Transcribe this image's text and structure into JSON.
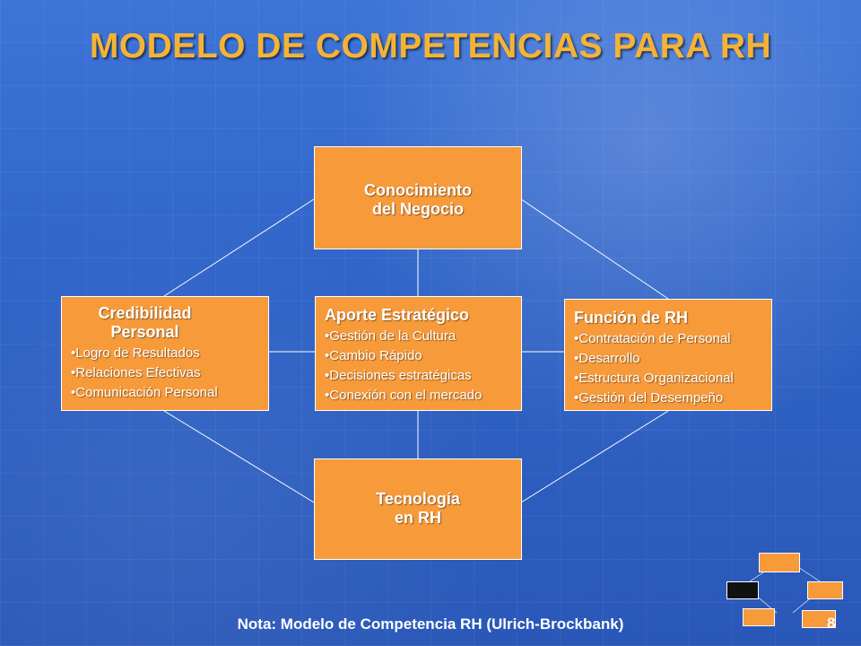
{
  "title": "MODELO DE COMPETENCIAS PARA RH",
  "boxes": {
    "top": {
      "lines": [
        "Conocimiento",
        "del Negocio"
      ]
    },
    "left": {
      "lines": [
        "Credibilidad",
        "Personal"
      ],
      "items": [
        "Logro de Resultados",
        "Relaciones Efectivas",
        "Comunicación Personal"
      ]
    },
    "center": {
      "head": "Aporte Estratégico",
      "items": [
        "Gestión de la Cultura",
        "Cambio Rápido",
        "Decisiones estratégicas",
        "Conexión con el mercado"
      ]
    },
    "right": {
      "head": "Función de RH",
      "items": [
        "Contratación de Personal",
        "Desarrollo",
        "Estructura Organizacional",
        "Gestión del Desempeño"
      ]
    },
    "bottom": {
      "lines": [
        "Tecnología",
        "en RH"
      ]
    }
  },
  "note": "Nota: Modelo de Competencia RH (Ulrich-Brockbank)",
  "page_number": "8",
  "colors": {
    "background": "#2f63c7",
    "box": "#f79a3a",
    "title": "#f5b336"
  }
}
